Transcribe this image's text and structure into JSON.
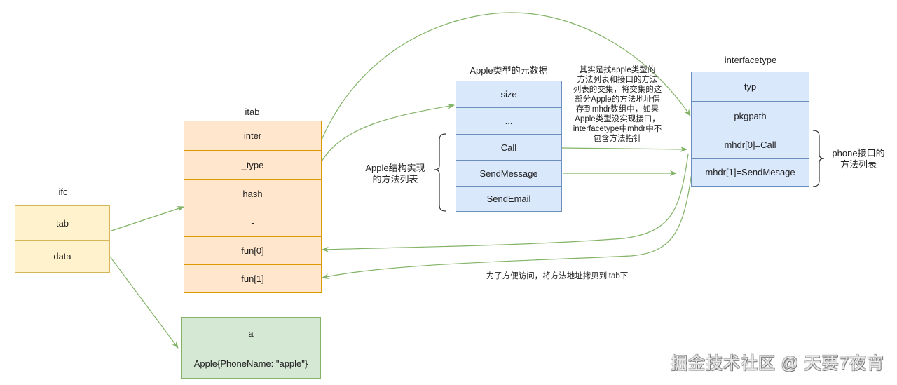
{
  "ifc": {
    "title": "ifc",
    "fields": [
      "tab",
      "data"
    ]
  },
  "itab": {
    "title": "itab",
    "fields": [
      "inter",
      "_type",
      "hash",
      "-",
      "fun[0]",
      "fun[1]"
    ]
  },
  "value": {
    "fields": [
      "a",
      "Apple{PhoneName: \"apple\"}"
    ]
  },
  "apple_meta": {
    "title": "Apple类型的元数据",
    "fields": [
      "size",
      "...",
      "Call",
      "SendMessage",
      "SendEmail"
    ],
    "brace_label_line1": "Apple结构实现",
    "brace_label_line2": "的方法列表"
  },
  "interfacetype": {
    "title": "interfacetype",
    "fields": [
      "typ",
      "pkgpath",
      "mhdr[0]=Call",
      "mhdr[1]=SendMesage"
    ],
    "brace_label_line1": "phone接口的",
    "brace_label_line2": "方法列表"
  },
  "notes": {
    "intersection": [
      "其实是找apple类型的",
      "方法列表和接口的方法",
      "列表的交集，将交集的这",
      "部分Apple的方法地址保",
      "存到mhdr数组中，如果",
      "Apple类型没实现接口，",
      "interfacetype中mhdr中不",
      "包含方法指针"
    ],
    "copy": "为了方便访问，将方法地址拷贝到itab下"
  },
  "colors": {
    "arrow": "#82b366",
    "ifc_fill": "#fff2cc",
    "itab_fill": "#ffe6cc",
    "meta_fill": "#dae8fc",
    "value_fill": "#d5e8d4"
  },
  "watermark": "掘金技术社区 @ 天要7夜宵"
}
